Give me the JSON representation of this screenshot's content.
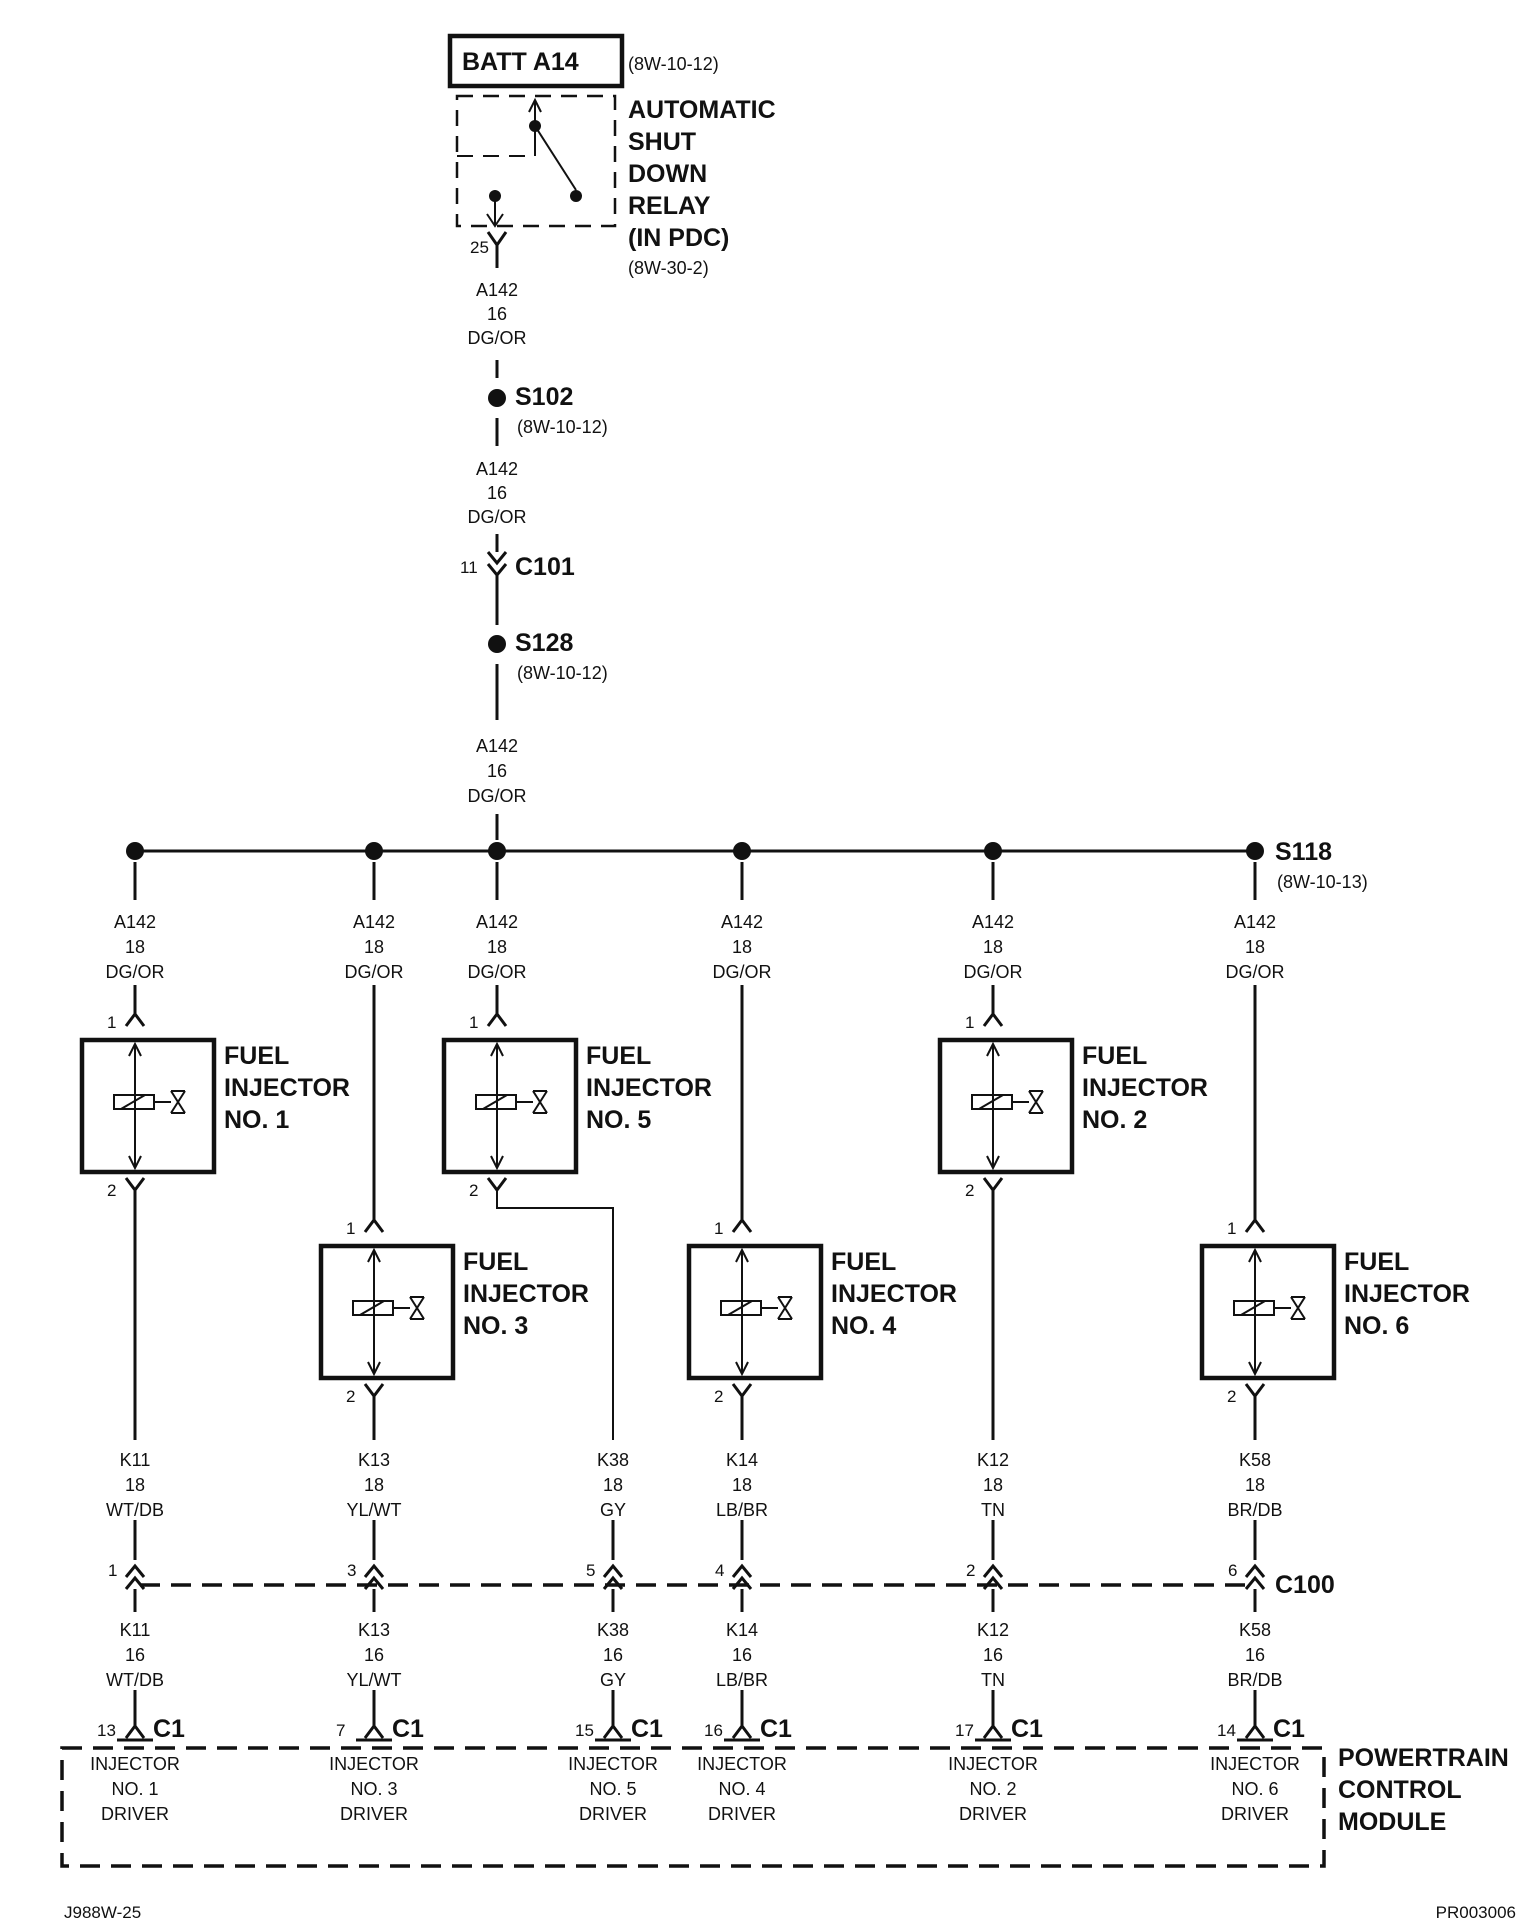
{
  "batt": {
    "label": "BATT A14",
    "ref": "(8W-10-12)"
  },
  "asd_relay": {
    "lines": [
      "AUTOMATIC",
      "SHUT",
      "DOWN",
      "RELAY",
      "(IN PDC)"
    ],
    "ref": "(8W-30-2)",
    "pin": "25"
  },
  "wire_trunk": {
    "circuit": "A142",
    "gauge": "16",
    "color": "DG/OR"
  },
  "splices": {
    "s102": {
      "name": "S102",
      "ref": "(8W-10-12)"
    },
    "s128": {
      "name": "S128",
      "ref": "(8W-10-12)"
    },
    "s118": {
      "name": "S118",
      "ref": "(8W-10-13)"
    }
  },
  "c101": {
    "name": "C101",
    "pin": "11"
  },
  "branch_wire": {
    "circuit": "A142",
    "gauge": "18",
    "color": "DG/OR"
  },
  "injectors": [
    {
      "l1": "FUEL",
      "l2": "INJECTOR",
      "l3": "NO. 1",
      "pin_in": "1",
      "pin_out": "2"
    },
    {
      "l1": "FUEL",
      "l2": "INJECTOR",
      "l3": "NO. 3",
      "pin_in": "1",
      "pin_out": "2"
    },
    {
      "l1": "FUEL",
      "l2": "INJECTOR",
      "l3": "NO. 5",
      "pin_in": "1",
      "pin_out": "2"
    },
    {
      "l1": "FUEL",
      "l2": "INJECTOR",
      "l3": "NO. 4",
      "pin_in": "1",
      "pin_out": "2"
    },
    {
      "l1": "FUEL",
      "l2": "INJECTOR",
      "l3": "NO. 2",
      "pin_in": "1",
      "pin_out": "2"
    },
    {
      "l1": "FUEL",
      "l2": "INJECTOR",
      "l3": "NO. 6",
      "pin_in": "1",
      "pin_out": "2"
    }
  ],
  "driver_wires": [
    {
      "circuit": "K11",
      "gauge": "18",
      "color": "WT/DB",
      "gauge2": "16",
      "c100_pin": "1",
      "c1_pin": "13",
      "d1": "INJECTOR",
      "d2": "NO. 1",
      "d3": "DRIVER"
    },
    {
      "circuit": "K13",
      "gauge": "18",
      "color": "YL/WT",
      "gauge2": "16",
      "c100_pin": "3",
      "c1_pin": "7",
      "d1": "INJECTOR",
      "d2": "NO. 3",
      "d3": "DRIVER"
    },
    {
      "circuit": "K38",
      "gauge": "18",
      "color": "GY",
      "gauge2": "16",
      "c100_pin": "5",
      "c1_pin": "15",
      "d1": "INJECTOR",
      "d2": "NO. 5",
      "d3": "DRIVER"
    },
    {
      "circuit": "K14",
      "gauge": "18",
      "color": "LB/BR",
      "gauge2": "16",
      "c100_pin": "4",
      "c1_pin": "16",
      "d1": "INJECTOR",
      "d2": "NO. 4",
      "d3": "DRIVER"
    },
    {
      "circuit": "K12",
      "gauge": "18",
      "color": "TN",
      "gauge2": "16",
      "c100_pin": "2",
      "c1_pin": "17",
      "d1": "INJECTOR",
      "d2": "NO. 2",
      "d3": "DRIVER"
    },
    {
      "circuit": "K58",
      "gauge": "18",
      "color": "BR/DB",
      "gauge2": "16",
      "c100_pin": "6",
      "c1_pin": "14",
      "d1": "INJECTOR",
      "d2": "NO. 6",
      "d3": "DRIVER"
    }
  ],
  "c100": {
    "name": "C100"
  },
  "c1": {
    "name": "C1"
  },
  "pcm": {
    "lines": [
      "POWERTRAIN",
      "CONTROL",
      "MODULE"
    ]
  },
  "footer": {
    "left": "J988W-25",
    "right": "PR003006"
  }
}
